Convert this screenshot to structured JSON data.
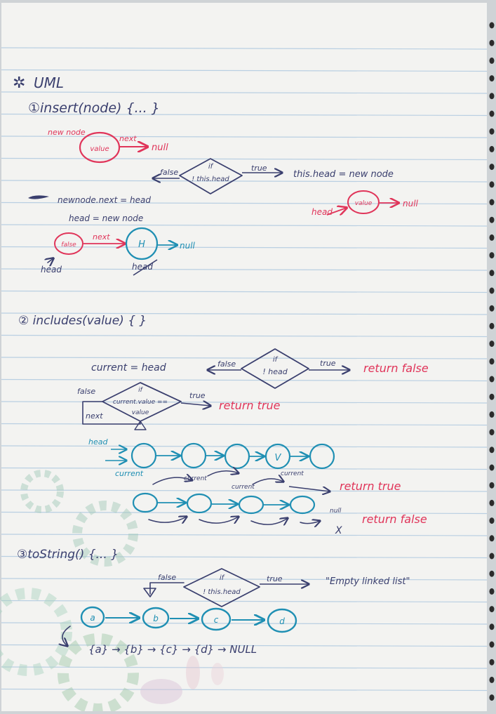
{
  "colors": {
    "paper": "#f3f3f1",
    "rule_line": "#b9cfe2",
    "ink_black": "#3a3f6e",
    "ink_red": "#e0355a",
    "ink_blue": "#1f8fb3"
  },
  "title": "UML",
  "section1": {
    "heading": "①insert(node) {... }",
    "new_node_label": "new node",
    "value": "value",
    "next": "next",
    "null": "null",
    "cond_if": "if",
    "cond_expr": "! this.head",
    "false": "false",
    "true": "true",
    "true_action": "this.head = new node",
    "code_line1": "newnode.next = head",
    "code_line2": "head = new node",
    "head": "head",
    "node_h": "H"
  },
  "section2": {
    "heading": "② includes(value) { }",
    "current_head": "current = head",
    "cond1_if": "if",
    "cond1_expr": "! head",
    "false": "false",
    "true": "true",
    "return_false": "return false",
    "cond2_if": "if",
    "cond2_expr_line1": "current.value ==",
    "cond2_expr_line2": "value",
    "next": "next",
    "return_true": "return true",
    "head": "head",
    "current": "current",
    "node_v": "V",
    "null": "null",
    "x_mark": "X"
  },
  "section3": {
    "heading": "③toString() {... }",
    "cond_if": "if",
    "cond_expr": "! this.head",
    "false": "false",
    "true": "true",
    "true_result": "\"Empty linked list\"",
    "nodes": [
      "a",
      "b",
      "c",
      "d"
    ],
    "output": "{a} → {b} → {c} → {d} → NULL"
  }
}
